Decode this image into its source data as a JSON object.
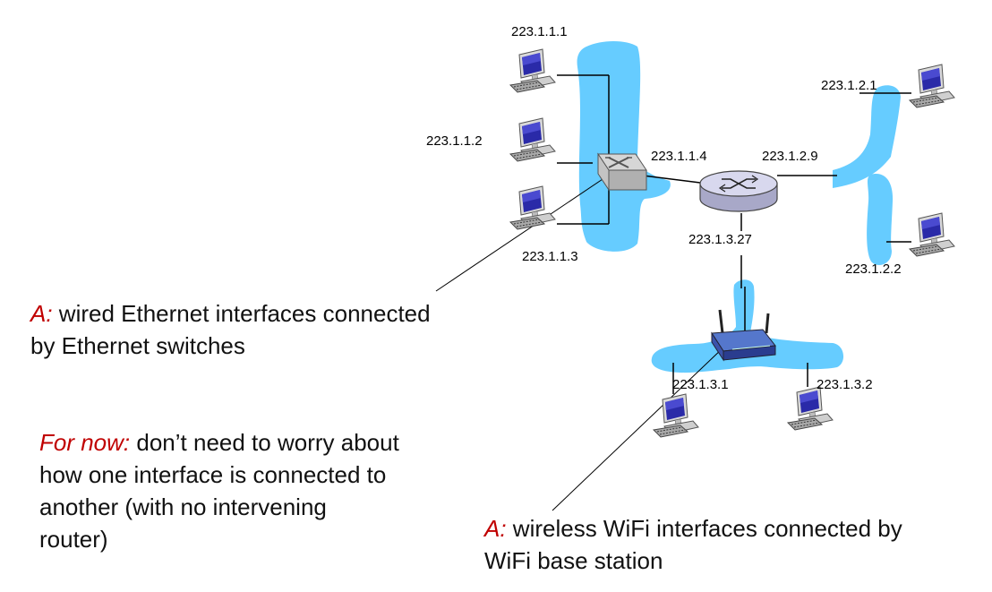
{
  "colors": {
    "subnet": "#66ccff",
    "accent": "#c00000",
    "line": "#000000"
  },
  "icons": {
    "host": "desktop-computer-icon",
    "switch": "ethernet-switch-icon",
    "router": "router-icon",
    "base_station": "wifi-base-station-icon"
  },
  "addresses": {
    "h111": "223.1.1.1",
    "h112": "223.1.1.2",
    "h113": "223.1.1.3",
    "r114": "223.1.1.4",
    "r129": "223.1.2.9",
    "h121": "223.1.2.1",
    "h122": "223.1.2.2",
    "r1327": "223.1.3.27",
    "h131": "223.1.3.1",
    "h132": "223.1.3.2"
  },
  "captions": {
    "wired": {
      "prefix": "A:",
      "line1": " wired Ethernet interfaces connected",
      "line2": "by Ethernet switches"
    },
    "for_now": {
      "prefix": "For now:",
      "line1": " don’t need to worry about",
      "line2": "how one interface is connected to",
      "line3": "another (with no intervening",
      "line4": "router)"
    },
    "wireless": {
      "prefix": "A:",
      "line1": " wireless WiFi interfaces connected by",
      "line2": "WiFi base station"
    }
  }
}
